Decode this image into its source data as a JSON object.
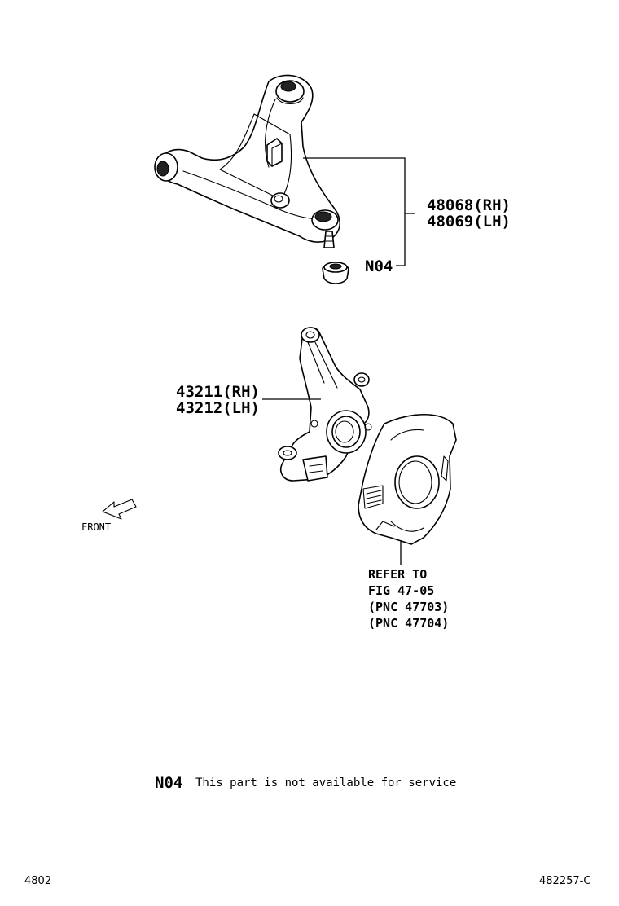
{
  "parts": {
    "control_arm": {
      "pn_rh": "48068(RH)",
      "pn_lh": "48069(LH)"
    },
    "knuckle": {
      "pn_rh": "43211(RH)",
      "pn_lh": "43212(LH)"
    },
    "ball_joint_boot": {
      "code": "N04"
    }
  },
  "refer_note": {
    "line1": "REFER TO",
    "line2": "FIG 47-05",
    "line3": "(PNC 47703)",
    "line4": "(PNC 47704)"
  },
  "front_indicator": {
    "label": "FRONT",
    "icon": "front-arrow-icon"
  },
  "legend": {
    "code": "N04",
    "text": "This part is not available for service"
  },
  "footer": {
    "left": "4802",
    "right": "482257-C"
  }
}
